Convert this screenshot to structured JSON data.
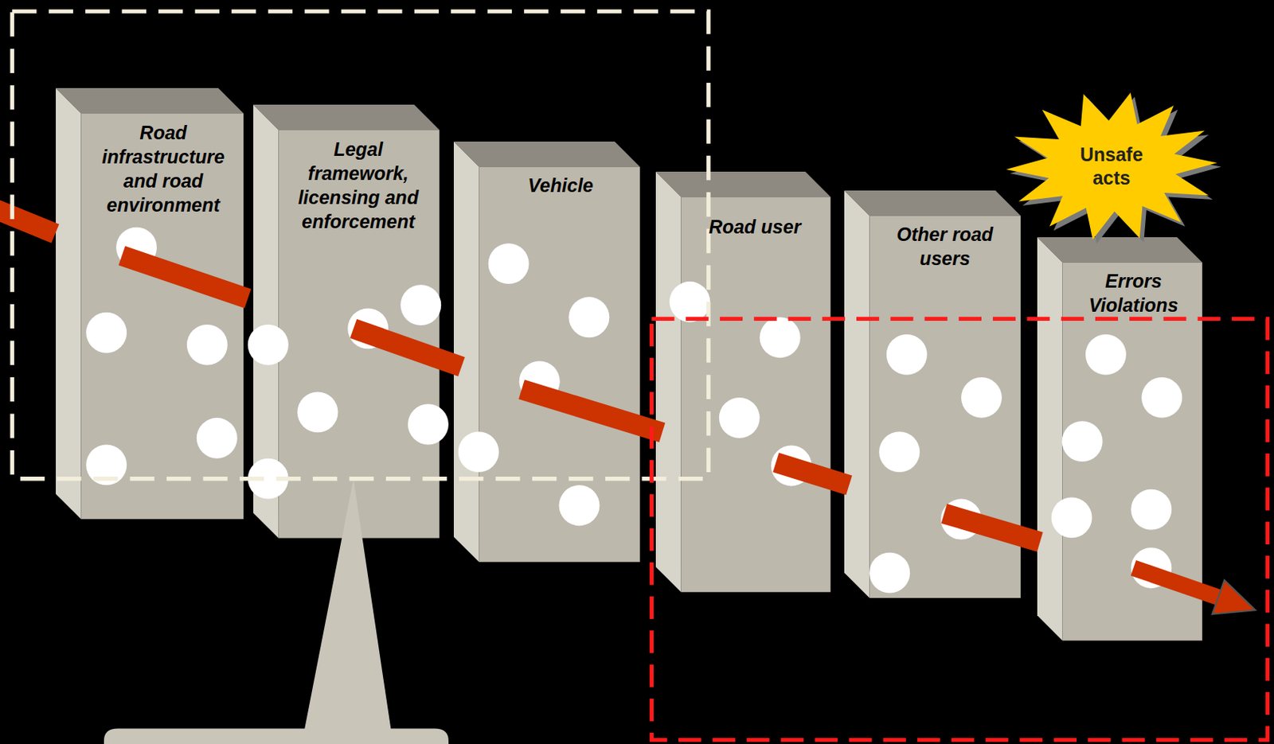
{
  "diagram": {
    "nodes": [
      {
        "text": [
          "Road infrastructure and road environment"
        ]
      },
      {
        "text": [
          "Legal framework, licensing and enforcement"
        ]
      },
      {
        "text": [
          "Vehicle"
        ]
      },
      {
        "text": [
          "Road user"
        ]
      },
      {
        "text": [
          "Other road users"
        ]
      },
      {
        "text": [
          "Unsafe acts"
        ]
      },
      {
        "text": [
          "Errors Violations"
        ]
      }
    ]
  }
}
